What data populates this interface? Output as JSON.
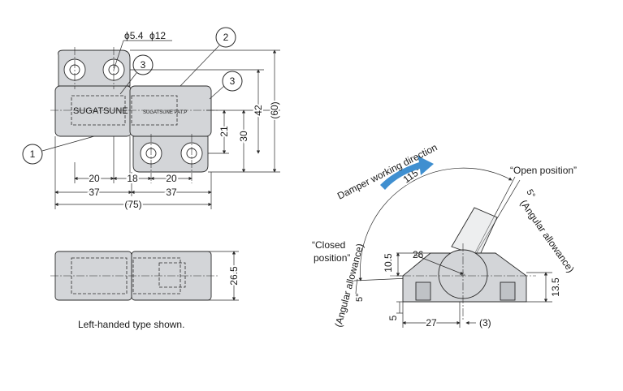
{
  "callouts": [
    "1",
    "2",
    "3",
    "3"
  ],
  "top_view": {
    "hole_dims": {
      "small": "ϕ5.4",
      "large": "ϕ12"
    },
    "part_marking_left": "SUGATSUNE",
    "part_marking_right": "SUGATSUNE PAT.P",
    "dim_20_left": "20",
    "dim_18": "18",
    "dim_20_right": "20",
    "dim_37_left": "37",
    "dim_37_right": "37",
    "dim_75": "(75)",
    "dim_21": "21",
    "dim_30": "30",
    "dim_42": "42",
    "dim_60": "(60)"
  },
  "front_view": {
    "dim_26_5": "26.5",
    "caption": "Left-handed type shown."
  },
  "side_view": {
    "damper_direction": "Damper working direction",
    "open_position": "“Open position”",
    "closed_position_line1": "“Closed",
    "closed_position_line2": "position”",
    "angle_115": "115°",
    "angle_5_open": "5°",
    "angular_allowance_open": "(Angular allowance)",
    "angle_5_closed": "5°",
    "angular_allowance_closed": "(Angular allowance)",
    "dim_26": "26",
    "dim_10_5": "10.5",
    "dim_13_5": "13.5",
    "dim_5": "5",
    "dim_27": "27",
    "dim_3": "(3)"
  },
  "colors": {
    "part_fill": "#d3d5d8",
    "arrow_blue": "#3f8fd0"
  }
}
